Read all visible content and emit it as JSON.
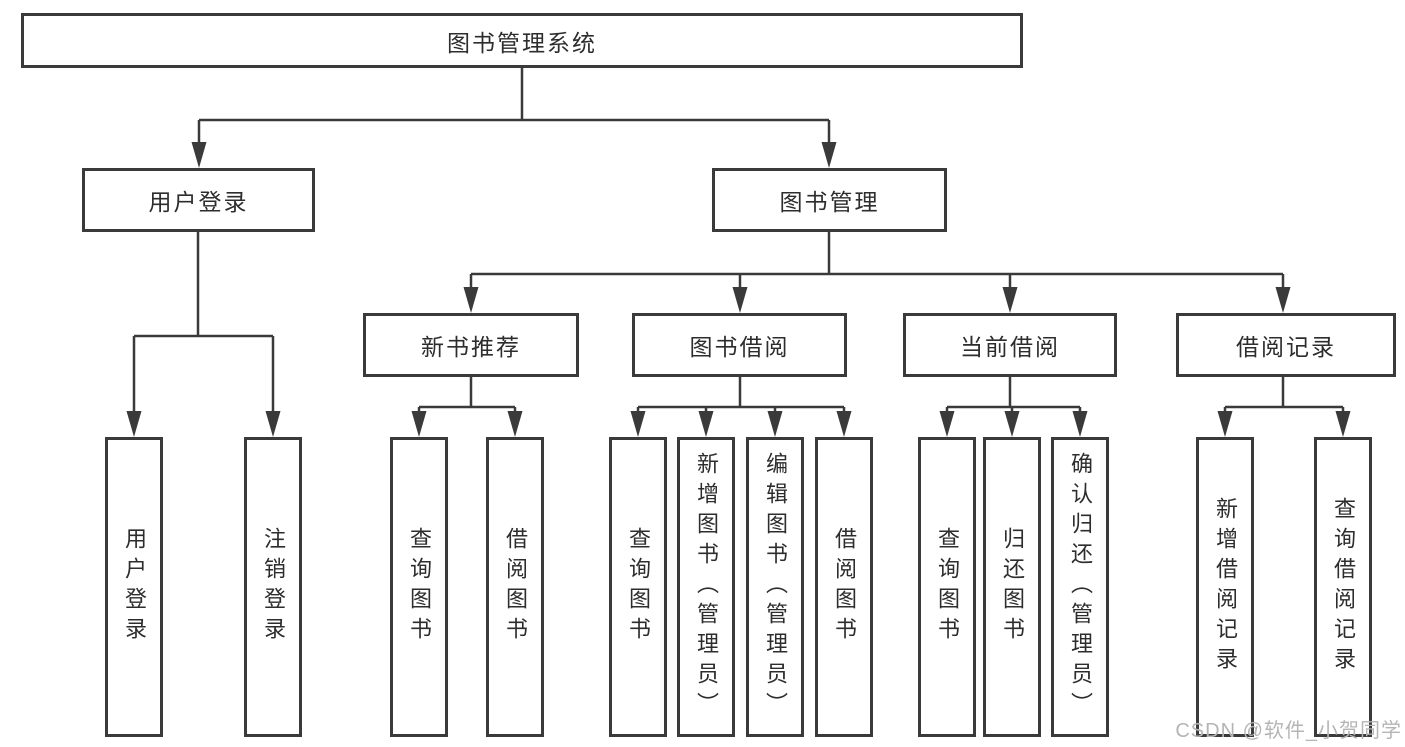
{
  "tree": {
    "label": "图书管理系统",
    "children": [
      {
        "label": "用户登录",
        "children": [
          {
            "label": "用户登录"
          },
          {
            "label": "注销登录"
          }
        ]
      },
      {
        "label": "图书管理",
        "children": [
          {
            "label": "新书推荐",
            "children": [
              {
                "label": "查询图书"
              },
              {
                "label": "借阅图书"
              }
            ]
          },
          {
            "label": "图书借阅",
            "children": [
              {
                "label": "查询图书"
              },
              {
                "label": "新增图书（管理员）"
              },
              {
                "label": "编辑图书（管理员）"
              },
              {
                "label": "借阅图书"
              }
            ]
          },
          {
            "label": "当前借阅",
            "children": [
              {
                "label": "查询图书"
              },
              {
                "label": "归还图书"
              },
              {
                "label": "确认归还（管理员）"
              }
            ]
          },
          {
            "label": "借阅记录",
            "children": [
              {
                "label": "新增借阅记录"
              },
              {
                "label": "查询借阅记录"
              }
            ]
          }
        ]
      }
    ]
  },
  "watermark": "CSDN @软件_小贺同学",
  "colors": {
    "line": "#3a3a3a",
    "text": "#2d2d2d",
    "watermark": "#b5b5b5",
    "background": "#ffffff"
  }
}
